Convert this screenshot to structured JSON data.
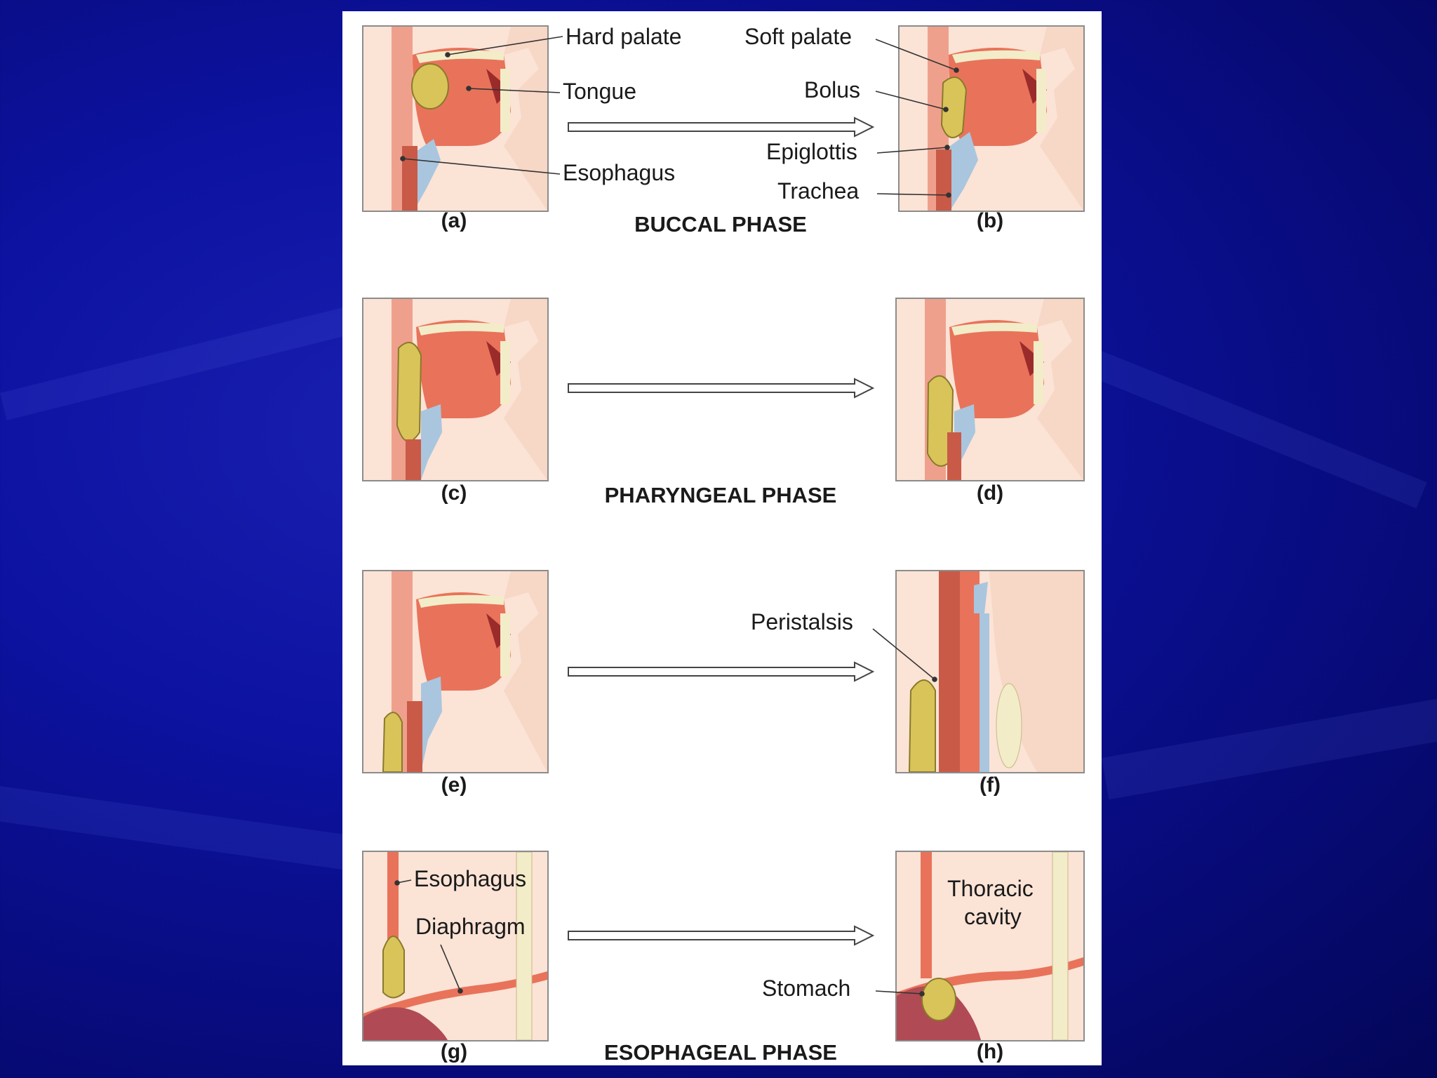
{
  "phases": {
    "buccal": "BUCCAL PHASE",
    "pharyngeal": "PHARYNGEAL PHASE",
    "esophageal": "ESOPHAGEAL PHASE"
  },
  "panels": {
    "a": "(a)",
    "b": "(b)",
    "c": "(c)",
    "d": "(d)",
    "e": "(e)",
    "f": "(f)",
    "g": "(g)",
    "h": "(h)"
  },
  "labels": {
    "hard_palate": "Hard palate",
    "tongue": "Tongue",
    "esophagus_a": "Esophagus",
    "soft_palate": "Soft palate",
    "bolus": "Bolus",
    "epiglottis": "Epiglottis",
    "trachea": "Trachea",
    "peristalsis": "Peristalsis",
    "esophagus_g": "Esophagus",
    "diaphragm": "Diaphragm",
    "thoracic_cavity_1": "Thoracic",
    "thoracic_cavity_2": "cavity",
    "stomach": "Stomach"
  },
  "colors": {
    "tissue": "#fbe3d6",
    "muscle": "#e8735a",
    "bolus": "#d9c45a",
    "cartilage": "#a9c6de",
    "bone": "#f3ecc8",
    "frame": "#8c8c8c"
  }
}
